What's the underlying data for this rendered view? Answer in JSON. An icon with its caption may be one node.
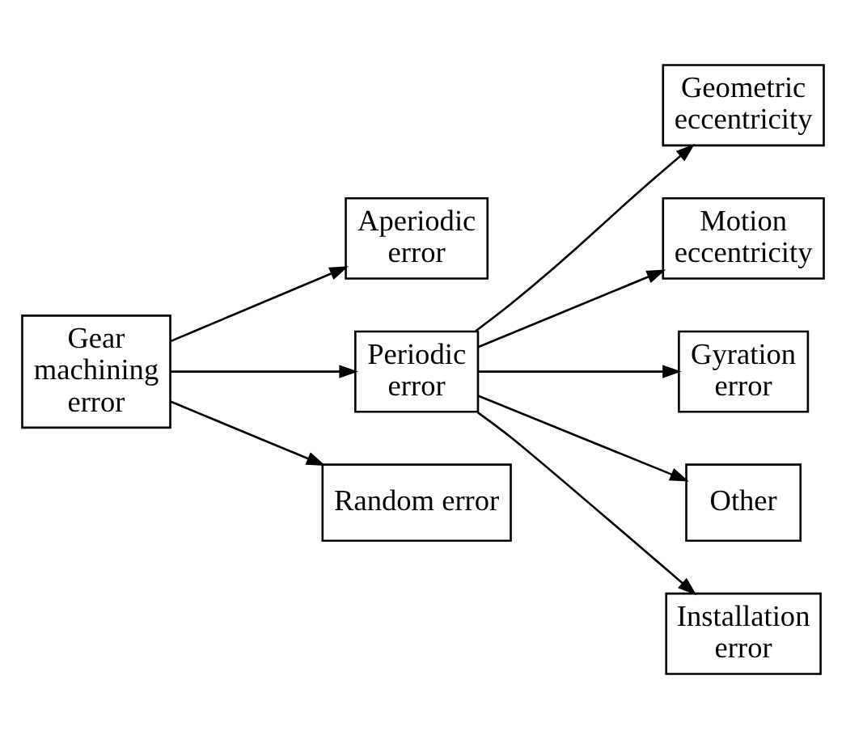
{
  "diagram": {
    "nodes": [
      {
        "text": [
          "Gear machining error"
        ]
      },
      {
        "text": [
          "Aperiodic error"
        ]
      },
      {
        "text": [
          "Periodic error"
        ]
      },
      {
        "text": [
          "Random error"
        ]
      },
      {
        "text": [
          "Geometric eccentricity"
        ]
      },
      {
        "text": [
          "Motion eccentricity"
        ]
      },
      {
        "text": [
          "Gyration error"
        ]
      },
      {
        "text": [
          "Other"
        ]
      },
      {
        "text": [
          "Installation error"
        ]
      }
    ],
    "edges": [
      {
        "from": 0,
        "to": 1,
        "arrow": "to"
      },
      {
        "from": 0,
        "to": 2,
        "arrow": "to"
      },
      {
        "from": 0,
        "to": 3,
        "arrow": "to"
      },
      {
        "from": 2,
        "to": 4,
        "arrow": "to"
      },
      {
        "from": 2,
        "to": 5,
        "arrow": "to"
      },
      {
        "from": 2,
        "to": 6,
        "arrow": "to"
      },
      {
        "from": 2,
        "to": 7,
        "arrow": "to"
      },
      {
        "from": 2,
        "to": 8,
        "arrow": "to"
      }
    ]
  }
}
